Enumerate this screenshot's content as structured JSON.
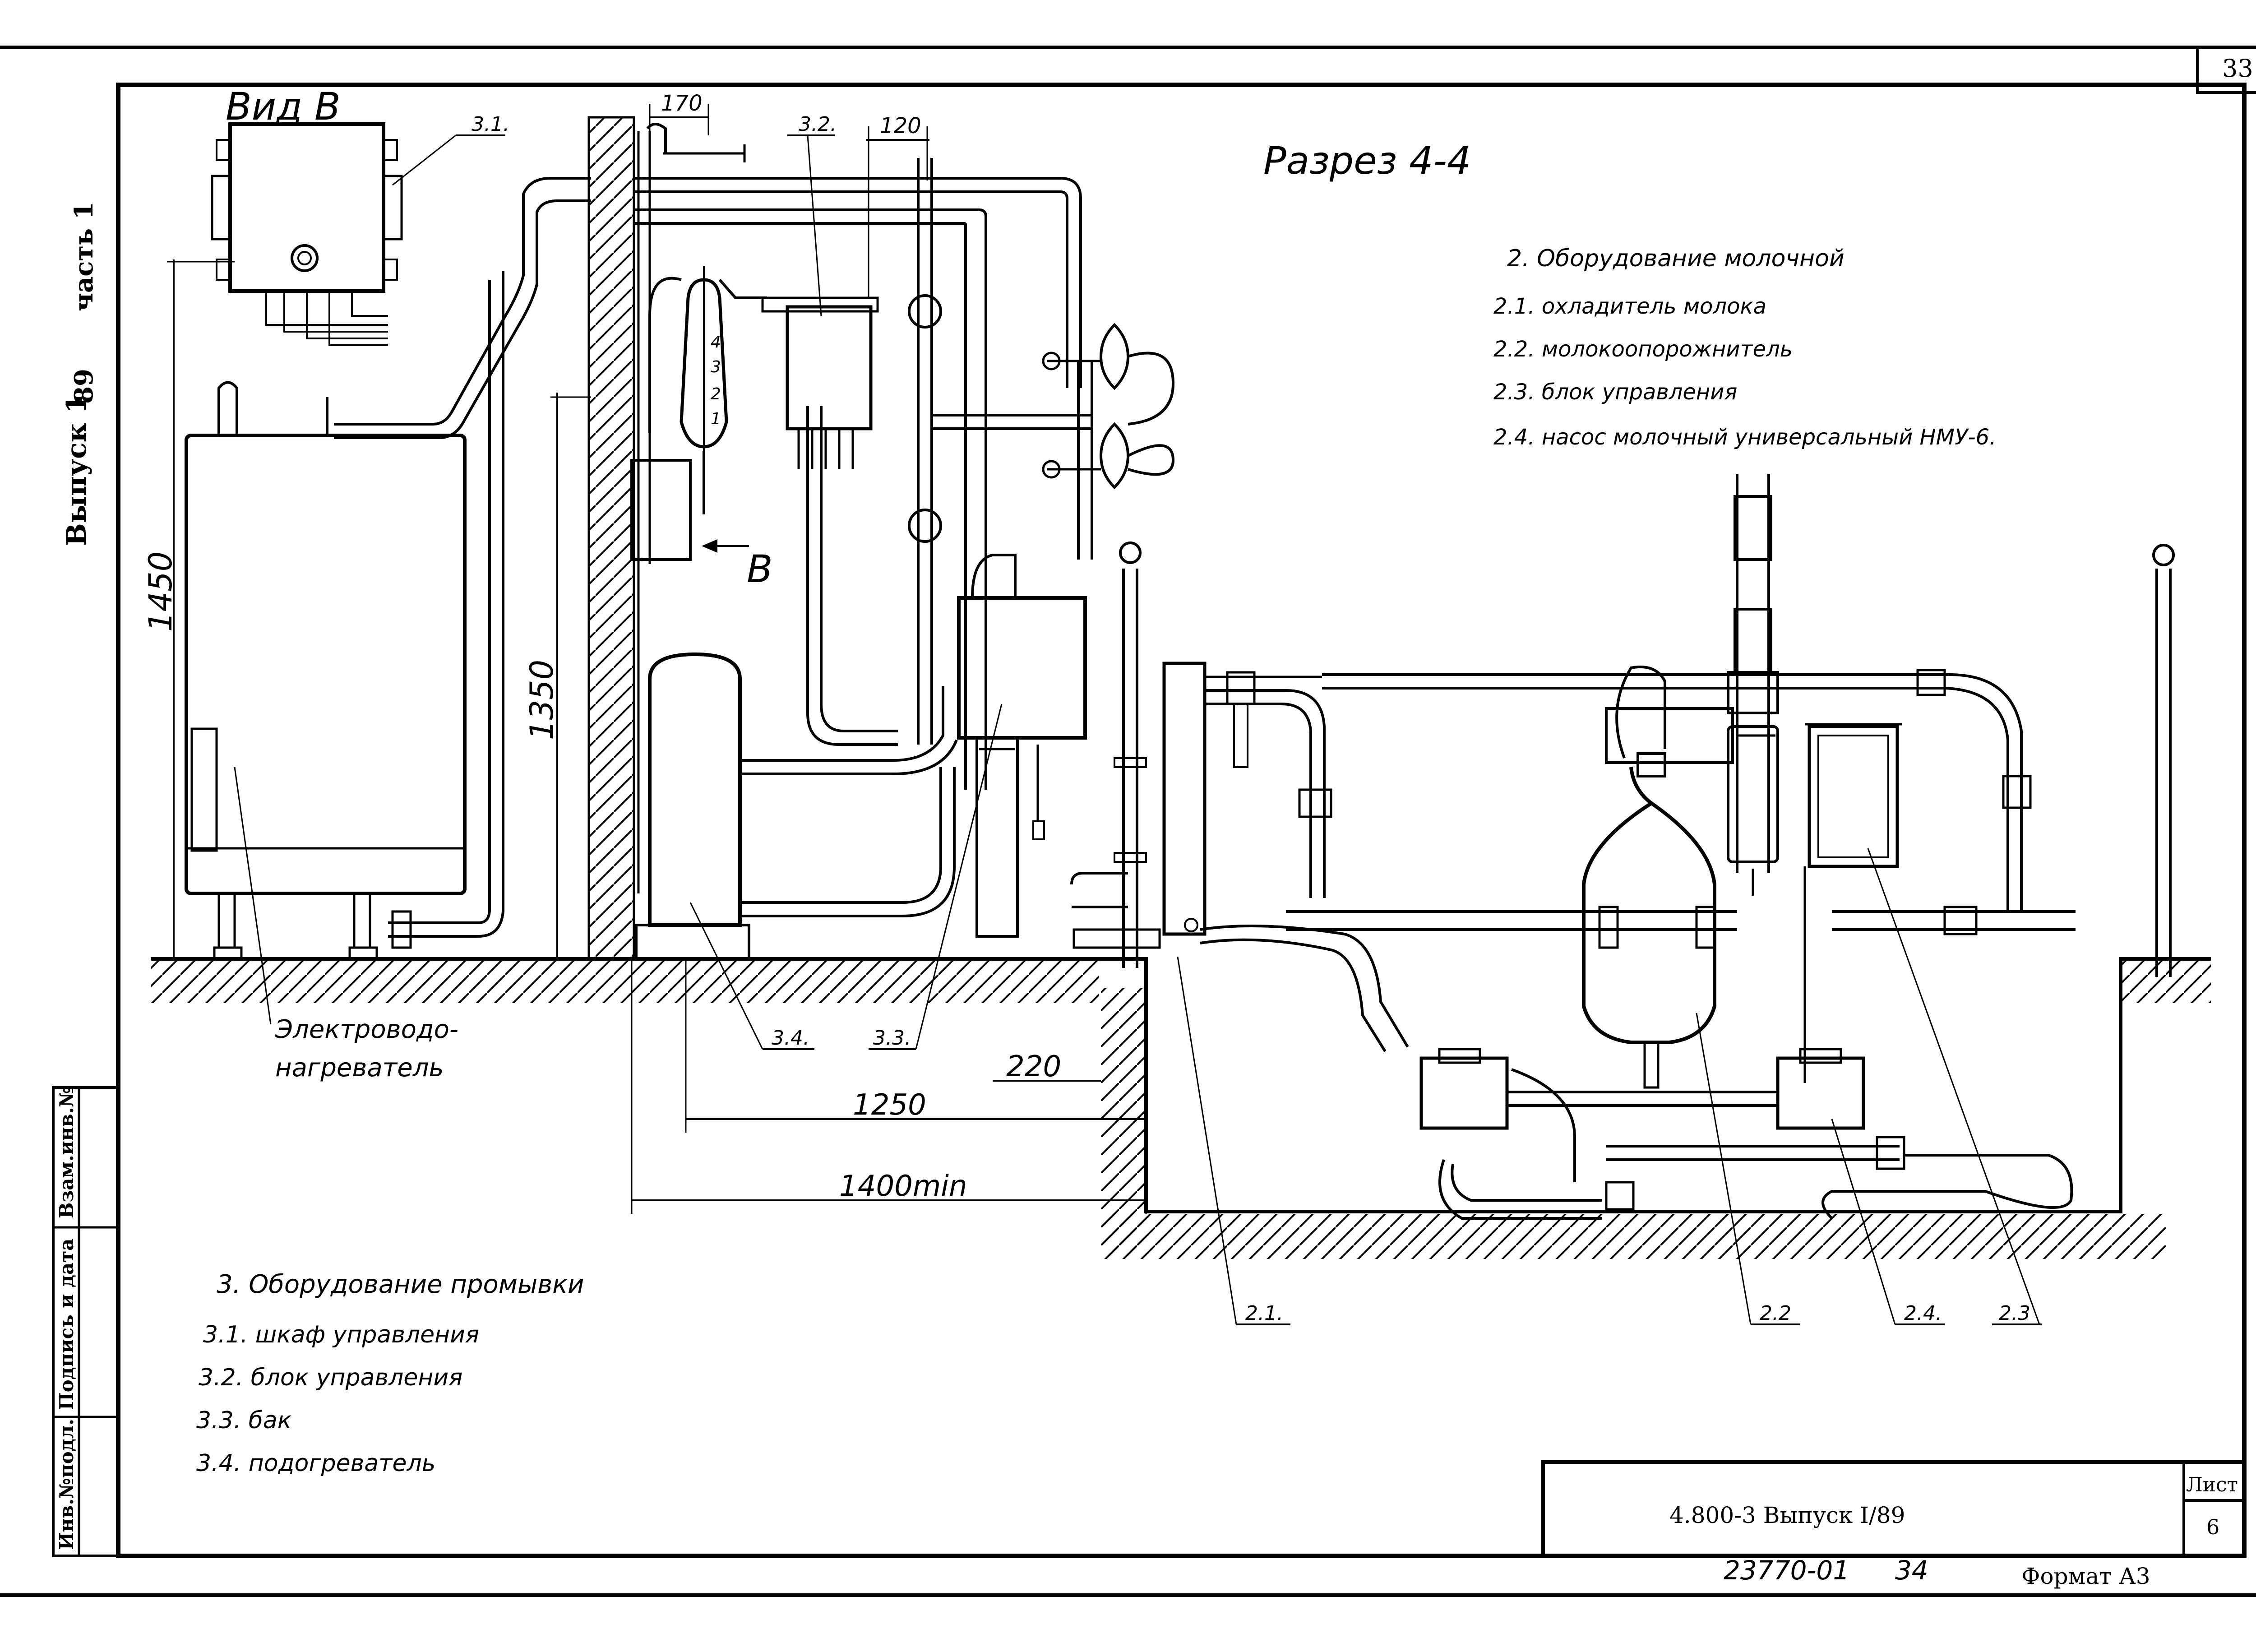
{
  "sheet_number_top": "33",
  "view_title": "Вид В",
  "section_title": "Разрез 4-4",
  "binding_strip": {
    "issue_text": "Выпуск 1",
    "issue_year": "89",
    "part_text": "часть 1",
    "fields": [
      "Инв.№подл.",
      "Подпись и дата",
      "Взам.инв.№"
    ]
  },
  "legend_milk": {
    "heading": "2. Оборудование молочной",
    "items": [
      "2.1. охладитель молока",
      "2.2. молокоопорожнитель",
      "2.3. блок управления",
      "2.4. насос молочный универсальный НМУ-6."
    ]
  },
  "legend_wash": {
    "heading": "3. Оборудование промывки",
    "items": [
      "3.1. шкаф управления",
      "3.2. блок управления",
      "3.3. бак",
      "3.4. подогреватель"
    ]
  },
  "callouts": {
    "c31": "3.1.",
    "c32": "3.2.",
    "c33": "3.3.",
    "c34": "3.4.",
    "c21": "2.1.",
    "c22": "2.2",
    "c23": "2.3",
    "c24": "2.4.",
    "view_arrow": "В"
  },
  "heater_label_line1": "Электроводо-",
  "heater_label_line2": "нагреватель",
  "dimensions": {
    "d170": "170",
    "d120": "120",
    "d1450": "1450",
    "d1350": "1350",
    "d220": "220",
    "d1250": "1250",
    "d1400": "1400min"
  },
  "gauge_marks": [
    "4",
    "3",
    "2",
    "1"
  ],
  "title_block": {
    "designation": "4.800-3 Выпуск I/89",
    "sheet_label": "Лист",
    "sheet_value": "6"
  },
  "footer": {
    "inventory": "23770-01",
    "page": "34",
    "format": "Формат А3"
  }
}
